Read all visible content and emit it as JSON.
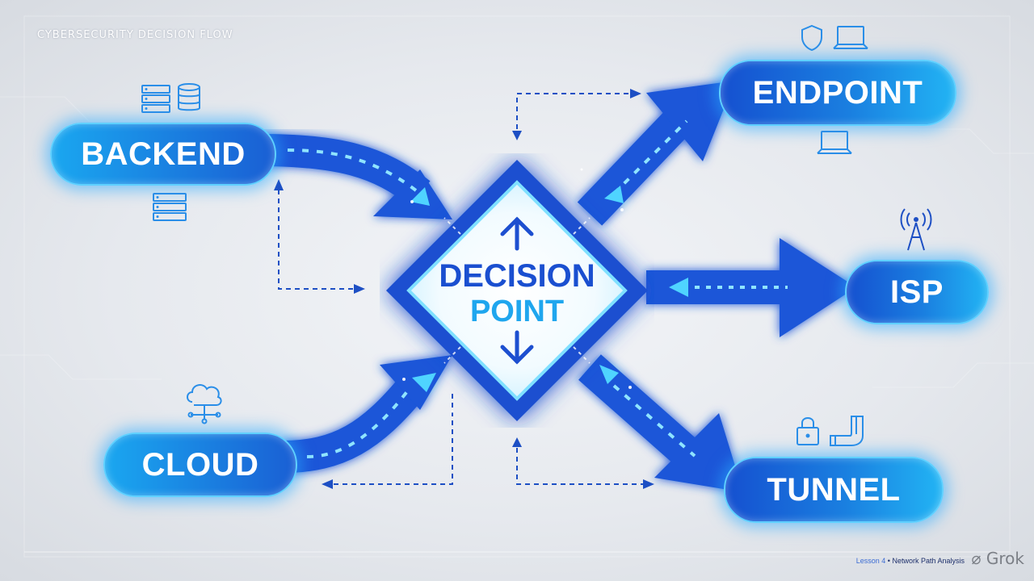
{
  "header": {
    "title": "CYBERSECURITY DECISION FLOW"
  },
  "center": {
    "line1": "DECISION",
    "line2": "POINT"
  },
  "nodes": {
    "backend": "BACKEND",
    "cloud": "CLOUD",
    "endpoint": "ENDPOINT",
    "isp": "ISP",
    "tunnel": "TUNNEL"
  },
  "footer": {
    "lesson": "Lesson 4",
    "separator": "•",
    "topic": "Network Path Analysis"
  },
  "watermark": "Grok",
  "icons": {
    "backend": [
      "server-rack-icon",
      "database-icon",
      "server-icon"
    ],
    "endpoint": [
      "shield-icon",
      "laptop-icon",
      "laptop-icon"
    ],
    "isp": [
      "antenna-tower-icon"
    ],
    "cloud": [
      "cloud-network-icon"
    ],
    "tunnel": [
      "lock-icon",
      "pipe-icon"
    ]
  },
  "colors": {
    "primary_blue": "#1a4fd0",
    "cyan": "#1fa6ee",
    "glow": "#5fd0ff"
  }
}
